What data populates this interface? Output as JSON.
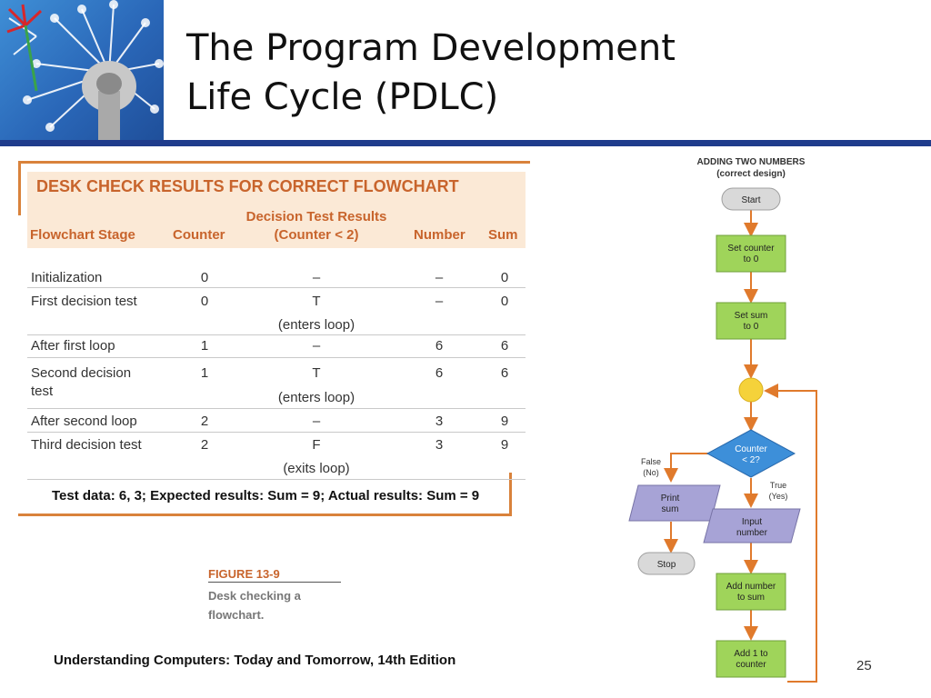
{
  "slide": {
    "title_line1": "The Program Development",
    "title_line2": "Life Cycle (PDLC)",
    "footer": "Understanding Computers: Today and Tomorrow, 14th Edition",
    "page_number": "25"
  },
  "table": {
    "title": "DESK CHECK RESULTS FOR CORRECT FLOWCHART",
    "headers": {
      "stage": "Flowchart Stage",
      "counter": "Counter",
      "decision_top": "Decision Test Results",
      "decision_bottom": "(Counter < 2)",
      "number": "Number",
      "sum": "Sum"
    },
    "rows": [
      {
        "stage": "Initialization",
        "counter": "0",
        "decision": "–",
        "decision_note": "",
        "number": "–",
        "sum": "0"
      },
      {
        "stage": "First decision test",
        "counter": "0",
        "decision": "T",
        "decision_note": "(enters loop)",
        "number": "–",
        "sum": "0"
      },
      {
        "stage": "After first loop",
        "counter": "1",
        "decision": "–",
        "decision_note": "",
        "number": "6",
        "sum": "6"
      },
      {
        "stage_line1": "Second decision",
        "stage_line2": "test",
        "counter": "1",
        "decision": "T",
        "decision_note": "(enters loop)",
        "number": "6",
        "sum": "6"
      },
      {
        "stage": "After second loop",
        "counter": "2",
        "decision": "–",
        "decision_note": "",
        "number": "3",
        "sum": "9"
      },
      {
        "stage": "Third decision test",
        "counter": "2",
        "decision": "F",
        "decision_note": "(exits loop)",
        "number": "3",
        "sum": "9"
      }
    ],
    "test_data": "Test data: 6, 3; Expected results: Sum = 9; Actual results: Sum = 9"
  },
  "figure": {
    "label": "FIGURE 13-9",
    "caption_line1": "Desk checking a",
    "caption_line2": "flowchart."
  },
  "flowchart": {
    "title_line1": "ADDING TWO NUMBERS",
    "title_line2": "(correct design)",
    "start": "Start",
    "set_counter_1": "Set counter",
    "set_counter_2": "to 0",
    "set_sum_1": "Set sum",
    "set_sum_2": "to 0",
    "decision_1": "Counter",
    "decision_2": "< 2?",
    "false_1": "False",
    "false_2": "(No)",
    "true_1": "True",
    "true_2": "(Yes)",
    "print_1": "Print",
    "print_2": "sum",
    "stop": "Stop",
    "input_1": "Input",
    "input_2": "number",
    "add_1": "Add number",
    "add_2": "to sum",
    "inc_1": "Add 1 to",
    "inc_2": "counter",
    "colors": {
      "process": "#9fd45a",
      "terminal": "#d9d9d9",
      "decision": "#3d8fd9",
      "io": "#a7a3d6",
      "arrow": "#e07a2c",
      "connector": "#f5d23a"
    }
  }
}
